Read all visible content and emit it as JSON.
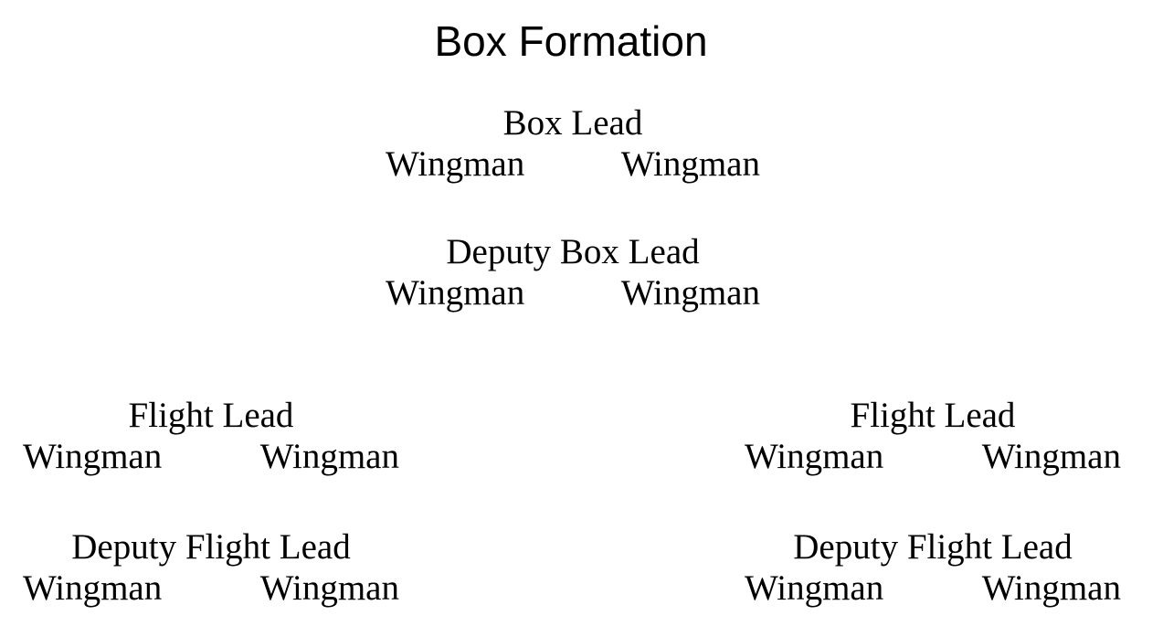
{
  "title": "Box Formation",
  "colors": {
    "background": "#ffffff",
    "text": "#000000"
  },
  "groups": [
    {
      "lead": "Box Lead",
      "wingmen": [
        "Wingman",
        "Wingman"
      ]
    },
    {
      "lead": "Deputy Box Lead",
      "wingmen": [
        "Wingman",
        "Wingman"
      ]
    },
    {
      "lead": "Flight Lead",
      "wingmen": [
        "Wingman",
        "Wingman"
      ]
    },
    {
      "lead": "Flight Lead",
      "wingmen": [
        "Wingman",
        "Wingman"
      ]
    },
    {
      "lead": "Deputy Flight Lead",
      "wingmen": [
        "Wingman",
        "Wingman"
      ]
    },
    {
      "lead": "Deputy Flight Lead",
      "wingmen": [
        "Wingman",
        "Wingman"
      ]
    }
  ]
}
